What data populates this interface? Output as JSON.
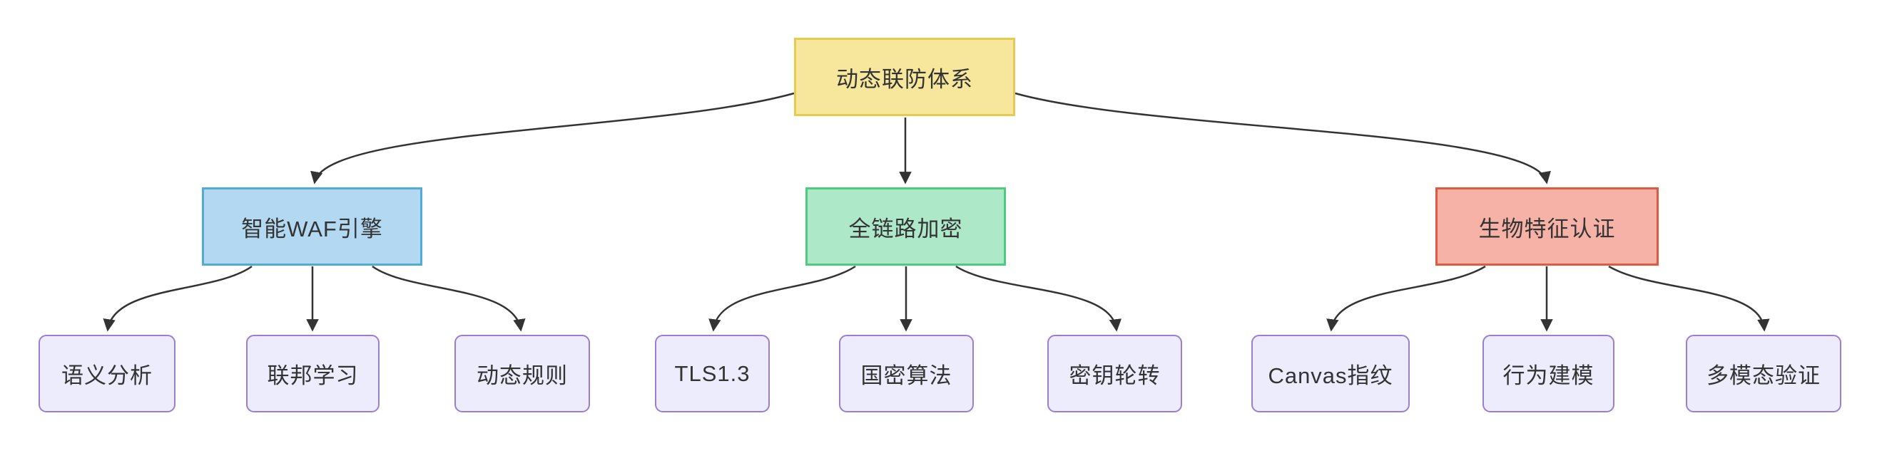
{
  "diagram": {
    "type": "flowchart",
    "direction": "top-down",
    "root": {
      "label": "动态联防体系",
      "fill": "#f6e79c",
      "border": "#eac94f"
    },
    "branches": [
      {
        "label": "智能WAF引擎",
        "fill": "#b3d9f2",
        "border": "#52aad6",
        "children": [
          {
            "label": "语义分析"
          },
          {
            "label": "联邦学习"
          },
          {
            "label": "动态规则"
          }
        ]
      },
      {
        "label": "全链路加密",
        "fill": "#ade8c9",
        "border": "#4ecb7e",
        "children": [
          {
            "label": "TLS1.3"
          },
          {
            "label": "国密算法"
          },
          {
            "label": "密钥轮转"
          }
        ]
      },
      {
        "label": "生物特征认证",
        "fill": "#f6b2a6",
        "border": "#e05a41",
        "children": [
          {
            "label": "Canvas指纹"
          },
          {
            "label": "行为建模"
          },
          {
            "label": "多模态验证"
          }
        ]
      }
    ],
    "leaf_style": {
      "fill": "#ececfc",
      "border": "#9a7fd1"
    },
    "edge_color": "#333333",
    "text_color": "#333333",
    "background": "#ffffff"
  }
}
